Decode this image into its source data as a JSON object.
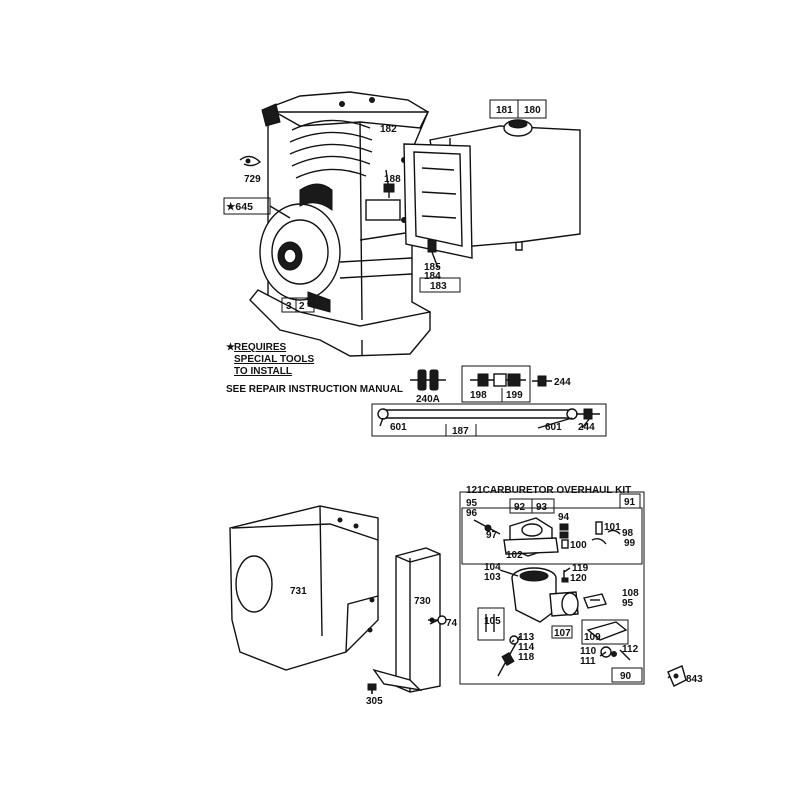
{
  "notes": {
    "requires_line1": "REQUIRES",
    "requires_line2": "SPECIAL TOOLS",
    "requires_line3": "TO INSTALL",
    "star": "★",
    "see_manual": "SEE REPAIR INSTRUCTION MANUAL"
  },
  "kit": {
    "title": "121CARBURETOR OVERHAUL KIT"
  },
  "parts": {
    "p729": "729",
    "p645": "★645",
    "p182": "182",
    "p181": "181",
    "p180": "180",
    "p188": "188",
    "p185": "185",
    "p184": "184",
    "p183": "183",
    "p3": "3",
    "p2": "2",
    "p2star": "*",
    "p240a": "240A",
    "p198": "198",
    "p199": "199",
    "p244a": "244",
    "p601a": "601",
    "p187": "187",
    "p601b": "601",
    "p244b": "244",
    "p731": "731",
    "p730": "730",
    "p74": "74",
    "p305": "305",
    "p95a": "95",
    "p96": "96",
    "p92": "92",
    "p93": "93",
    "p91": "91",
    "p97": "97",
    "p94": "94",
    "p101": "101",
    "p98": "98",
    "p99": "99",
    "p100": "100",
    "p102": "102",
    "p104": "104",
    "p103": "103",
    "p119": "119",
    "p120": "120",
    "p108": "108",
    "p95b": "95",
    "p105": "105",
    "p107": "107",
    "p109": "109",
    "p113": "113",
    "p114": "114",
    "p118": "118",
    "p112": "112",
    "p110": "110",
    "p111": "111",
    "p90": "90",
    "p843": "843"
  }
}
